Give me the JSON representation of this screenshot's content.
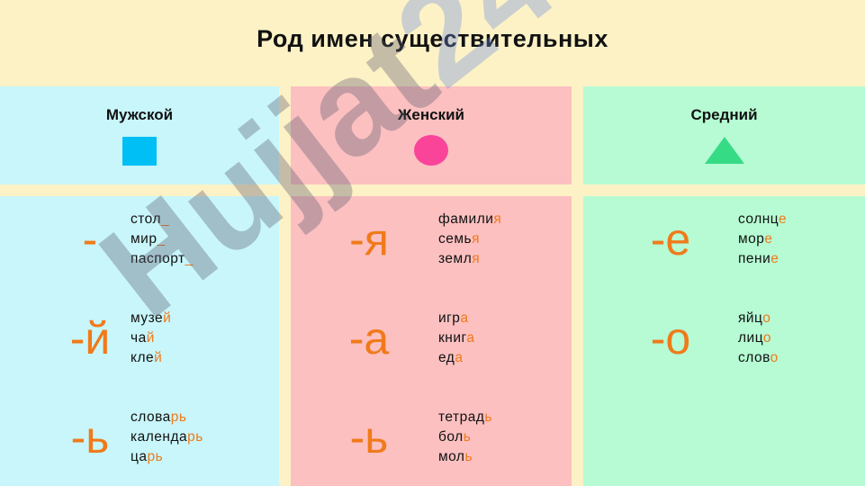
{
  "title": "Род имен существительных",
  "watermark": "Hujjat24",
  "columns": [
    {
      "label": "Мужской",
      "shape": "square",
      "color": "#00bff5",
      "groups": [
        {
          "ending": "-",
          "words": [
            [
              "стол",
              "_"
            ],
            [
              "мир",
              "_"
            ],
            [
              "паспорт",
              "_"
            ]
          ]
        },
        {
          "ending": "-й",
          "words": [
            [
              "музе",
              "й"
            ],
            [
              "ча",
              "й"
            ],
            [
              "кле",
              "й"
            ]
          ]
        },
        {
          "ending": "-ь",
          "words": [
            [
              "слова",
              "рь"
            ],
            [
              "календа",
              "рь"
            ],
            [
              "ца",
              "рь"
            ]
          ]
        }
      ]
    },
    {
      "label": "Женский",
      "shape": "circle",
      "color": "#f9449a",
      "groups": [
        {
          "ending": "-я",
          "words": [
            [
              "фамили",
              "я"
            ],
            [
              "семь",
              "я"
            ],
            [
              "земл",
              "я"
            ]
          ]
        },
        {
          "ending": "-а",
          "words": [
            [
              "игр",
              "а"
            ],
            [
              "книг",
              "а"
            ],
            [
              "ед",
              "а"
            ]
          ]
        },
        {
          "ending": "-ь",
          "words": [
            [
              "тетрад",
              "ь"
            ],
            [
              "бол",
              "ь"
            ],
            [
              "мол",
              "ь"
            ]
          ]
        }
      ]
    },
    {
      "label": "Средний",
      "shape": "triangle",
      "color": "#36db86",
      "groups": [
        {
          "ending": "-е",
          "words": [
            [
              "солнц",
              "е"
            ],
            [
              "мор",
              "е"
            ],
            [
              "пени",
              "е"
            ]
          ]
        },
        {
          "ending": "-о",
          "words": [
            [
              "яйц",
              "о"
            ],
            [
              "лиц",
              "о"
            ],
            [
              "слов",
              "о"
            ]
          ]
        }
      ]
    }
  ]
}
